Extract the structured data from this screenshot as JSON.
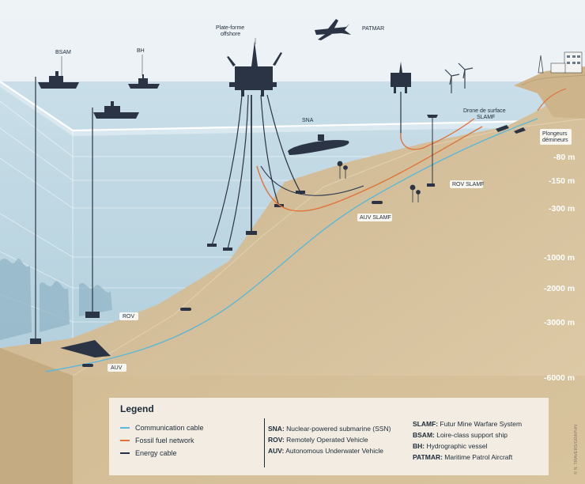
{
  "labels": {
    "bsam": "BSAM",
    "bh": "BH",
    "platform_line1": "Plate-forme",
    "platform_line2": "offshore",
    "patmar": "PATMAR",
    "sna": "SNA",
    "drone_line1": "Drone de surface",
    "drone_line2": "SLAMF",
    "divers_line1": "Plongeurs",
    "divers_line2": "démineurs",
    "rov_slamf": "ROV SLAMF",
    "auv_slamf": "AUV SLAMF",
    "rov": "ROV",
    "auv": "AUV"
  },
  "depths": [
    "-80 m",
    "-150 m",
    "-300 m",
    "-1000 m",
    "-2000 m",
    "-3000 m",
    "-6000 m"
  ],
  "credit": "© N. TRAVERS/GRAPHN",
  "legend": {
    "title": "Legend",
    "cables": [
      {
        "label": "Communication cable",
        "color": "#5bb8d8"
      },
      {
        "label": "Fossil fuel network",
        "color": "#e0733a"
      },
      {
        "label": "Energy cable",
        "color": "#25304a"
      }
    ],
    "abbr_mid": [
      {
        "code": "SNA:",
        "text": " Nuclear-powered submarine (SSN)"
      },
      {
        "code": "ROV:",
        "text": " Remotely Operated Vehicle"
      },
      {
        "code": "AUV:",
        "text": " Autonomous Underwater Vehicle"
      }
    ],
    "abbr_right": [
      {
        "code": "SLAMF:",
        "text": " Futur Mine Warfare System"
      },
      {
        "code": "BSAM:",
        "text": " Loire-class support ship"
      },
      {
        "code": "BH:",
        "text": " Hydrographic vessel"
      },
      {
        "code": "PATMAR:",
        "text": " Maritime Patrol Aircraft"
      }
    ]
  },
  "colors": {
    "sky": "#e6eef3",
    "sea": "#bdd6e2",
    "seabed": "#dcc7a3",
    "seabed_dark": "#cdb48b",
    "communication": "#5bb8d8",
    "fossil": "#e0733a",
    "energy": "#25304a"
  }
}
